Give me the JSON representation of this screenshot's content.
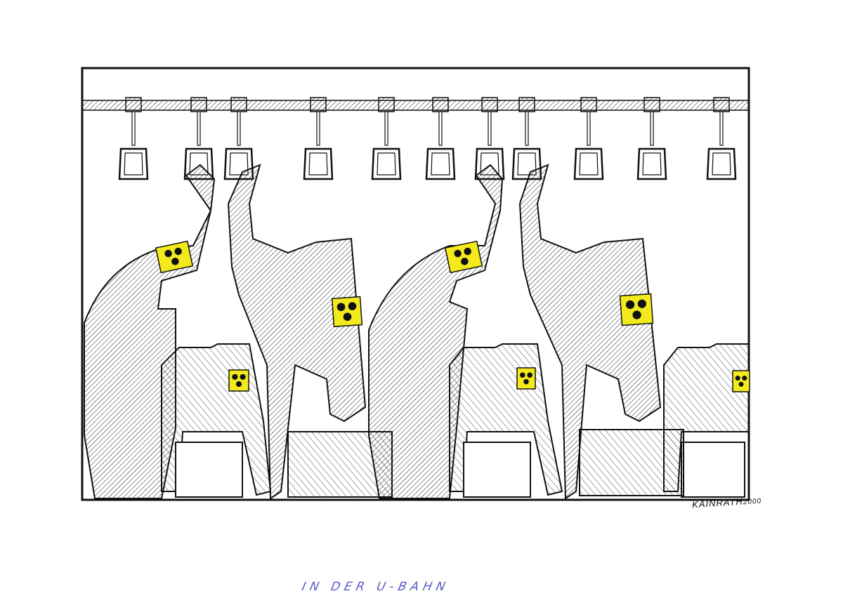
{
  "artwork": {
    "caption": "IN DER U-BAHN",
    "signature": "KAINRATH",
    "year": "2000",
    "colors": {
      "ink": "#111111",
      "armband": "#f2ea1c",
      "caption_ink": "#5a5ac8",
      "paper": "#ffffff"
    }
  }
}
